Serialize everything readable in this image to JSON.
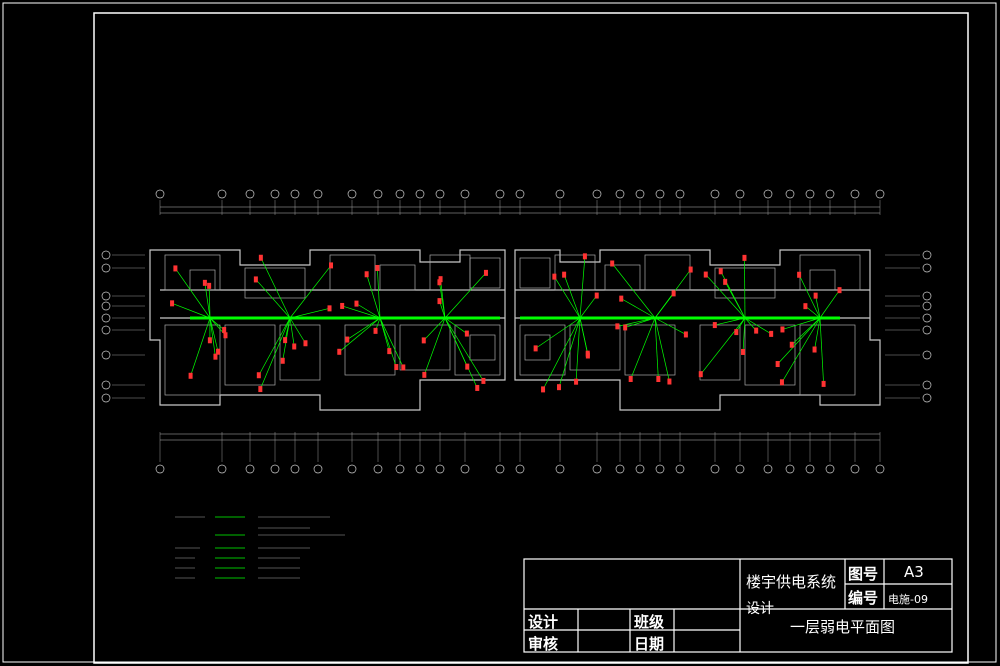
{
  "title_block": {
    "project_title_line1": "楼宇供电系统",
    "project_title_line2": "设计",
    "drawing_title": "一层弱电平面图",
    "label_figure_size": "图号",
    "value_figure_size": "A3",
    "label_drawing_no": "编号",
    "value_drawing_no": "电施-09",
    "label_design": "设计",
    "label_class": "班级",
    "label_review": "审核",
    "label_date": "日期"
  },
  "colors": {
    "background": "#000000",
    "frame": "#ffffff",
    "walls": "#c8c8c8",
    "wiring": "#00ff00",
    "devices": "#ff3333",
    "dimension": "#cccccc",
    "text": "#ffffff"
  }
}
